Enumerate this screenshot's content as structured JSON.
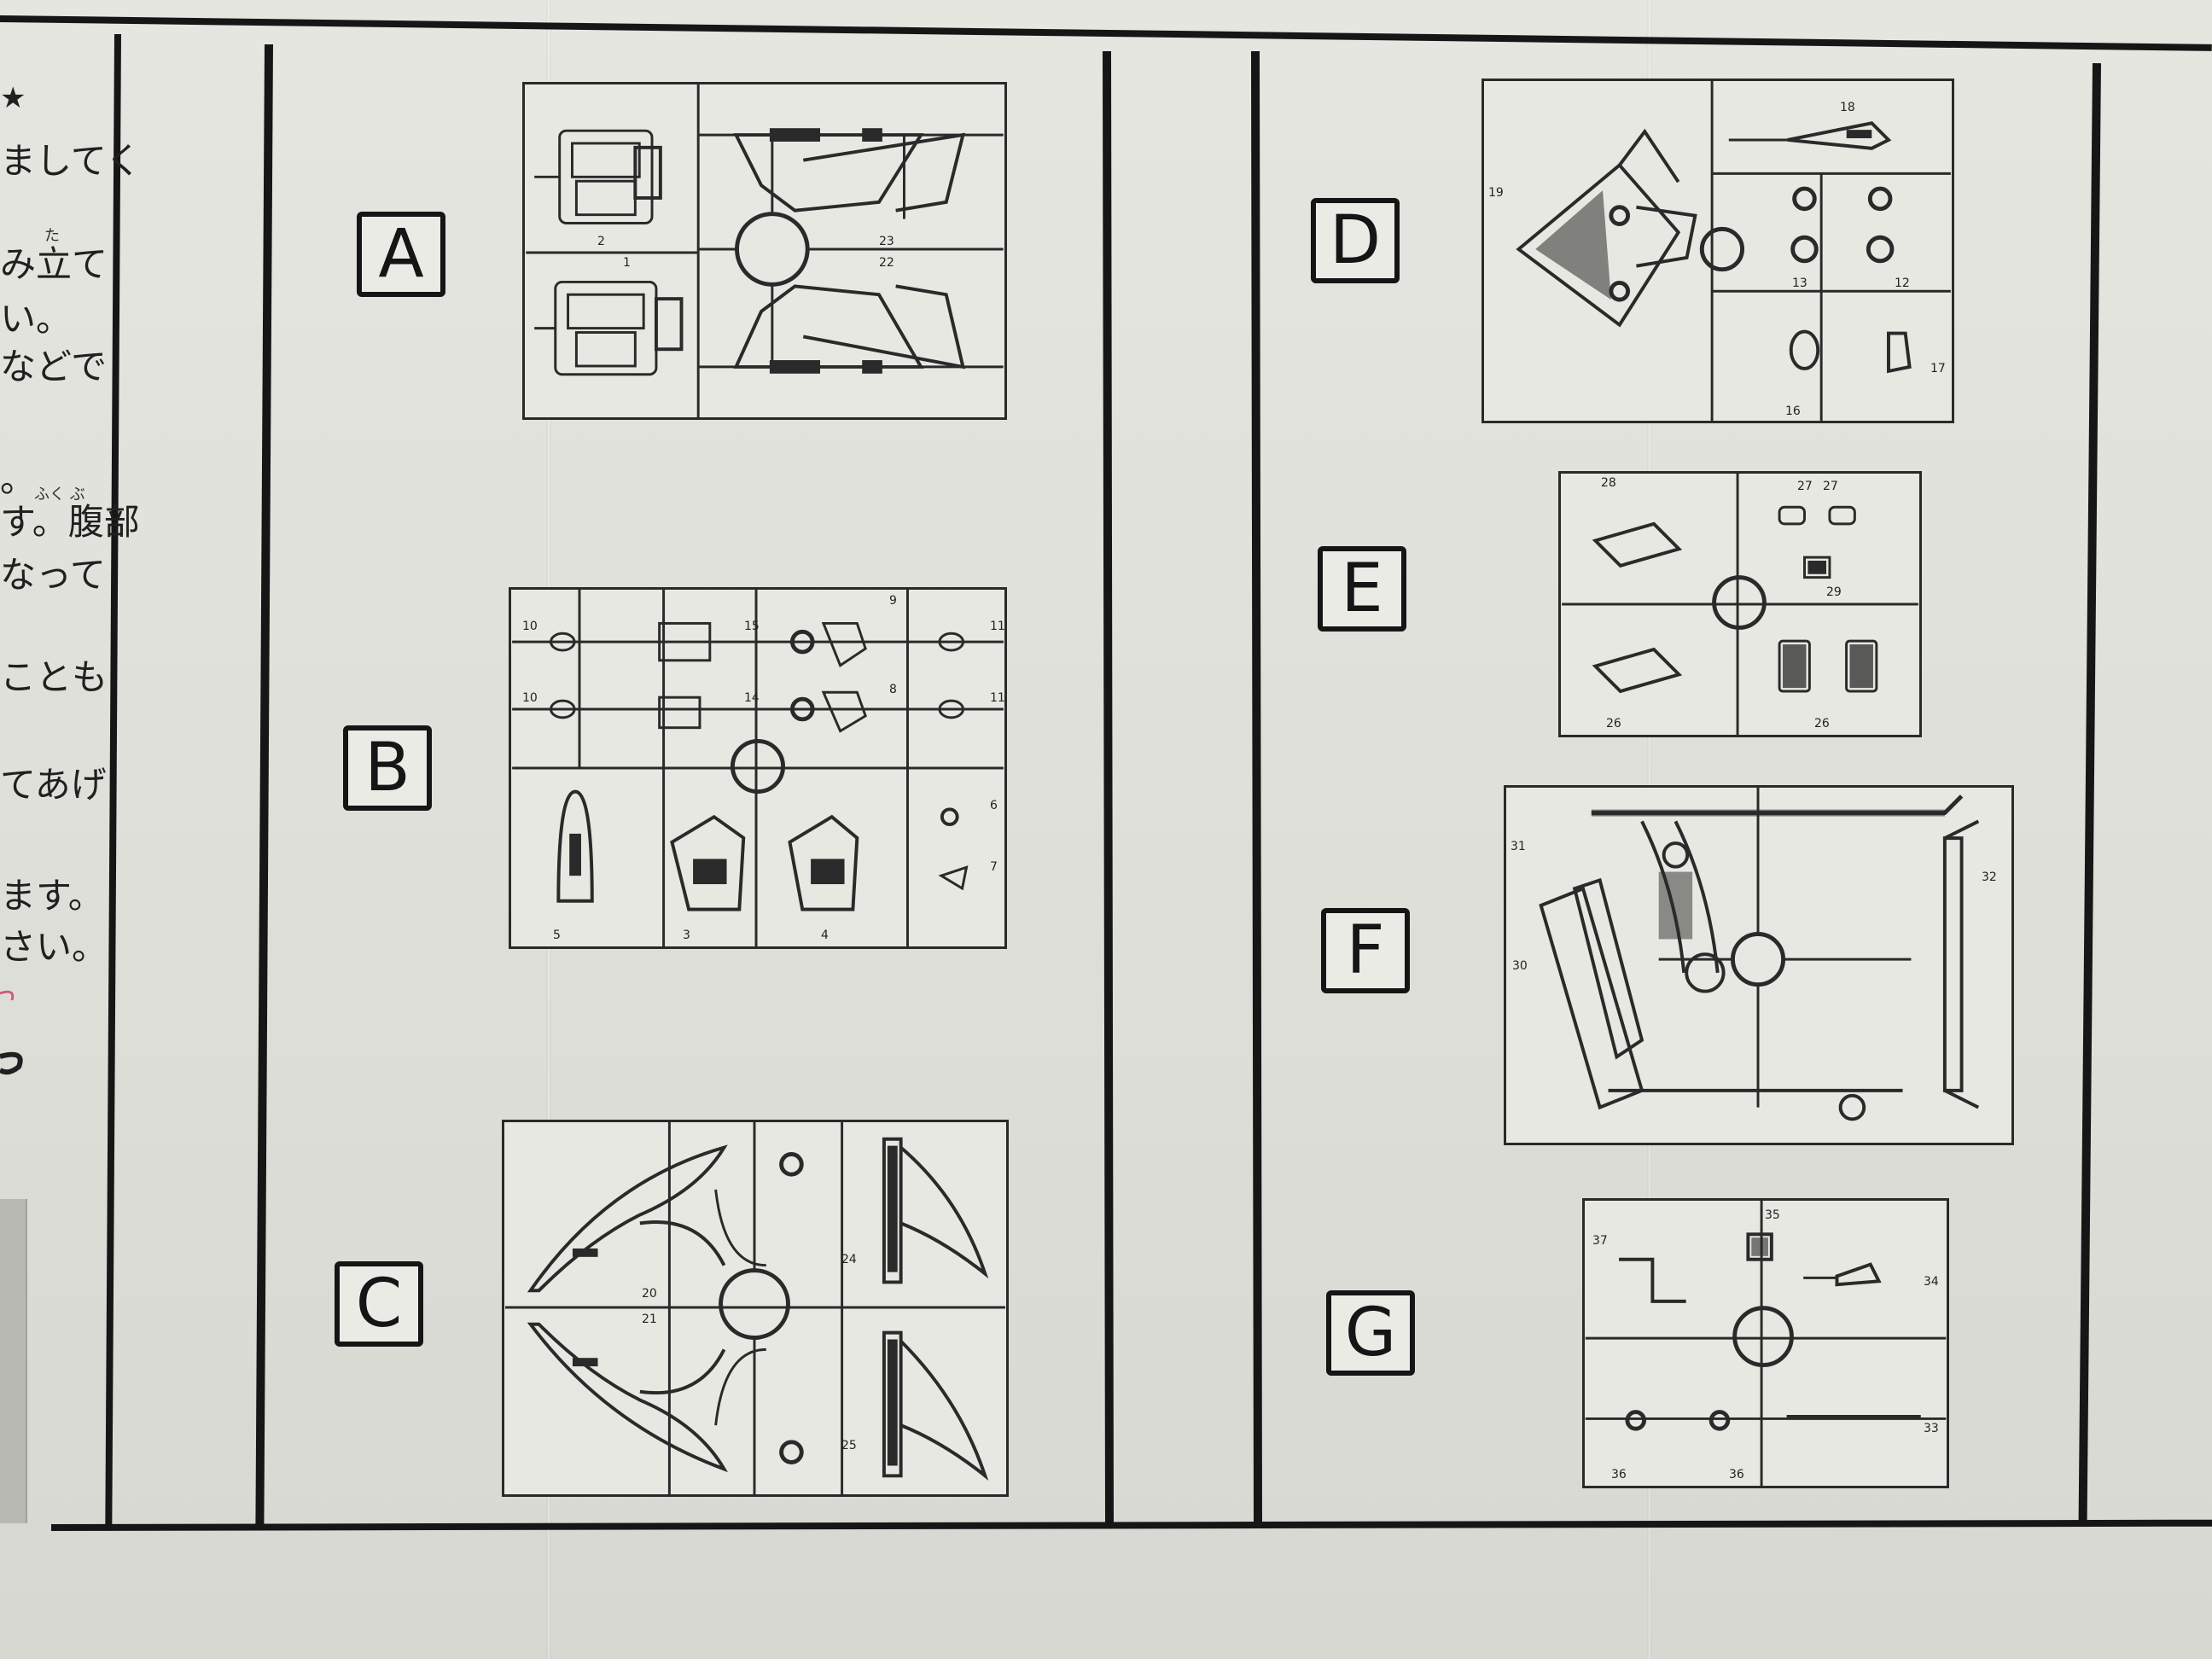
{
  "left_column": {
    "lines": [
      "★",
      "ましてく",
      "み立て",
      "い。",
      "などで",
      "。",
      "す。腹部",
      "なって",
      "ことも",
      "てあげ",
      "ます。",
      "さい。"
    ],
    "ruby": [
      "た",
      "ふく ぶ"
    ]
  },
  "sections": [
    {
      "letter": "A",
      "part_numbers": [
        "2",
        "1",
        "23",
        "22"
      ]
    },
    {
      "letter": "B",
      "part_numbers": [
        "10",
        "15",
        "9",
        "11",
        "10",
        "14",
        "8",
        "11",
        "6",
        "7",
        "5",
        "3",
        "4"
      ]
    },
    {
      "letter": "C",
      "part_numbers": [
        "20",
        "21",
        "24",
        "25"
      ]
    },
    {
      "letter": "D",
      "part_numbers": [
        "18",
        "19",
        "13",
        "12",
        "16",
        "17"
      ]
    },
    {
      "letter": "E",
      "part_numbers": [
        "28",
        "27",
        "27",
        "29",
        "26",
        "26"
      ]
    },
    {
      "letter": "F",
      "part_numbers": [
        "31",
        "30",
        "32"
      ]
    },
    {
      "letter": "G",
      "part_numbers": [
        "37",
        "35",
        "34",
        "33",
        "36",
        "36"
      ]
    }
  ]
}
